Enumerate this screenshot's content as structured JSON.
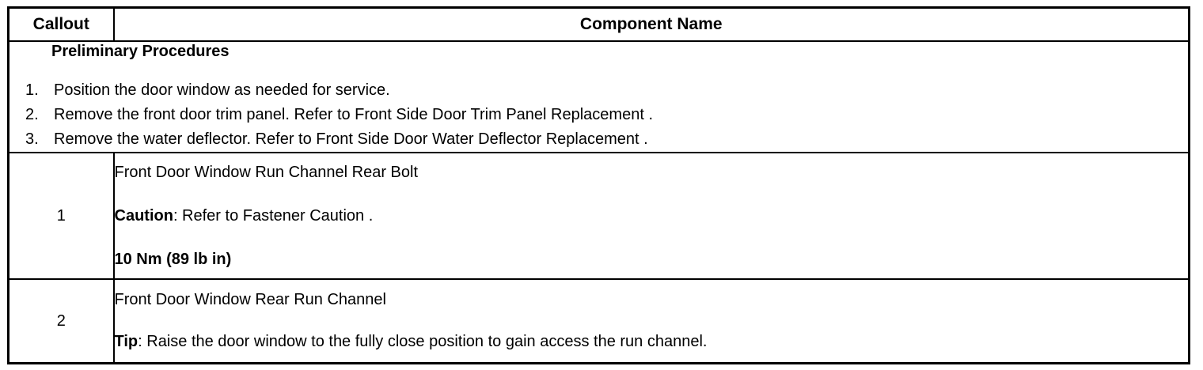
{
  "table": {
    "header": {
      "callout": "Callout",
      "component_name": "Component Name"
    },
    "preliminary": {
      "title": "Preliminary Procedures",
      "steps": [
        {
          "num": "1.",
          "text": "Position the door window as needed for service."
        },
        {
          "num": "2.",
          "text": "Remove the front door trim panel. Refer to Front Side Door Trim Panel Replacement ."
        },
        {
          "num": "3.",
          "text": "Remove the water deflector. Refer to Front Side Door Water Deflector Replacement ."
        }
      ]
    },
    "rows": [
      {
        "callout": "1",
        "name": "Front Door Window Run Channel Rear Bolt",
        "note_label": "Caution",
        "note_text": ": Refer to Fastener Caution .",
        "torque": "10 Nm (89 lb in)"
      },
      {
        "callout": "2",
        "name": "Front Door Window Rear Run Channel",
        "note_label": "Tip",
        "note_text": ": Raise the door window to the fully close position to gain access the run channel."
      }
    ]
  }
}
